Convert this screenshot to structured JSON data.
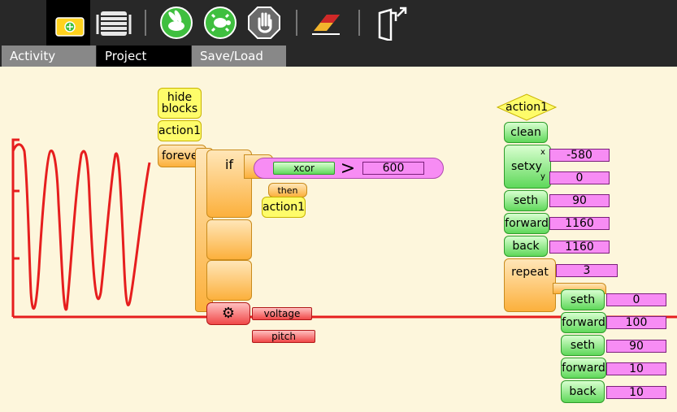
{
  "toolbar": {
    "buttons": [
      {
        "icon": "activity-icon"
      },
      {
        "icon": "palette-menu-icon"
      },
      {
        "icon": "run-fast-icon"
      },
      {
        "icon": "run-slow-icon"
      },
      {
        "icon": "stop-icon"
      },
      {
        "icon": "eraser-icon"
      },
      {
        "icon": "fullscreen-icon"
      }
    ]
  },
  "tabs": {
    "activity": "Activity",
    "project": "Project",
    "saveload": "Save/Load"
  },
  "blocks": {
    "hide_blocks_1": "hide",
    "hide_blocks_2": "blocks",
    "action1_top": "action1",
    "forever": "forever",
    "if": "if",
    "xcor": "xcor",
    "gt": ">",
    "cmp_value": "600",
    "then": "then",
    "action1_then": "action1",
    "voltage": "voltage",
    "pitch": "pitch",
    "action1_hat": "action1",
    "clean": "clean",
    "setxy": "setxy",
    "x_lbl": "x",
    "y_lbl": "y",
    "setxy_x": "-580",
    "setxy_y": "0",
    "seth1": "seth",
    "seth1_val": "90",
    "forward1": "forward",
    "forward1_val": "1160",
    "back1": "back",
    "back1_val": "1160",
    "repeat": "repeat",
    "repeat_val": "3",
    "seth2": "seth",
    "seth2_val": "0",
    "forward2": "forward",
    "forward2_val": "100",
    "seth3": "seth",
    "seth3_val": "90",
    "forward3": "forward",
    "forward3_val": "10",
    "back2": "back",
    "back2_val": "10"
  },
  "colors": {
    "toolbar": "#282828",
    "canvas": "#fdf6dc",
    "turtle_trail": "#e61e1e"
  }
}
